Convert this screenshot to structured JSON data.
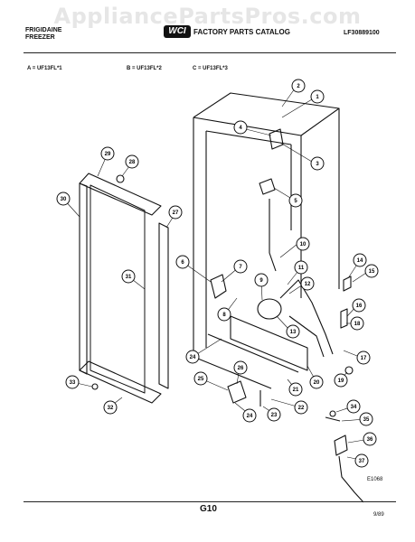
{
  "watermark": "AppliancePartsPros.com",
  "header": {
    "brand_line1": "FRIGIDAINE",
    "brand_line2": "FREEZER",
    "logo_text": "WCI",
    "catalog": "FACTORY PARTS CATALOG",
    "doc_number": "LF30889100"
  },
  "models": {
    "a": "A = UF13FL*1",
    "b": "B = UF13FL*2",
    "c": "C = UF13FL*3"
  },
  "diagram_code": "E1068",
  "page_number": "G10",
  "date_code": "9/89",
  "callouts": [
    "1",
    "2",
    "3",
    "4",
    "5",
    "6",
    "7",
    "8",
    "9",
    "10",
    "11",
    "12",
    "13",
    "14",
    "15",
    "16",
    "17",
    "18",
    "19",
    "20",
    "21",
    "22",
    "23",
    "24",
    "24",
    "25",
    "26",
    "27",
    "28",
    "29",
    "30",
    "31",
    "32",
    "33",
    "34",
    "35",
    "36",
    "37"
  ]
}
